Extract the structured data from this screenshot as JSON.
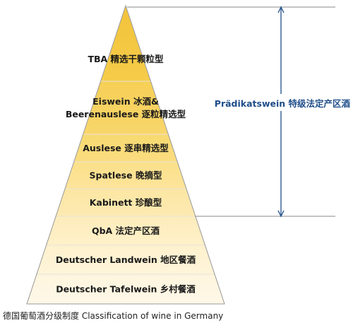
{
  "tiers": [
    {
      "lines": [
        "TBA 精选干颗粒型"
      ],
      "color_top": "#f2c33a",
      "color_bottom": "#f5cc4a"
    },
    {
      "lines": [
        "Eiswein 冰酒&",
        "Beerenauslese 逐粒精选型"
      ],
      "color_top": "#f6cf55",
      "color_bottom": "#f8d66c"
    },
    {
      "lines": [
        "Auslese 逐串精选型"
      ],
      "color_top": "#f8d970",
      "color_bottom": "#fadd80"
    },
    {
      "lines": [
        "Spatlese 晚摘型"
      ],
      "color_top": "#fbe08a",
      "color_bottom": "#fce49a"
    },
    {
      "lines": [
        "Kabinett 珍酿型"
      ],
      "color_top": "#fce6a2",
      "color_bottom": "#fdeab2"
    },
    {
      "lines": [
        "QbA 法定产区酒"
      ],
      "color_top": "#fdecbb",
      "color_bottom": "#fef0c9"
    },
    {
      "lines": [
        "Deutscher  Landwein 地区餐酒"
      ],
      "color_top": "#fef1cd",
      "color_bottom": "#fef4da"
    },
    {
      "lines": [
        "Deutscher  Tafelwein 乡村餐酒"
      ],
      "color_top": "#fef5dd",
      "color_bottom": "#fff8e8"
    }
  ],
  "bracket": {
    "label": "Prädikatswein 特级法定产区酒",
    "color": "#1f4e8a"
  },
  "caption": "德国葡萄酒分级制度 Classification of wine in Germany",
  "colors": {
    "outline": "#9a9a9a",
    "divider": "#e8e4d8"
  }
}
